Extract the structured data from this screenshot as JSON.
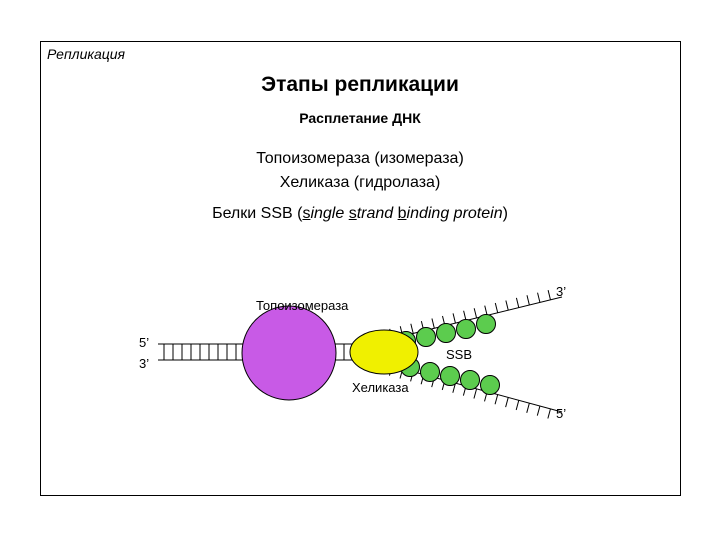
{
  "slide": {
    "corner_label": "Репликация",
    "title": "Этапы репликации",
    "subtitle": "Расплетание ДНК"
  },
  "enzymes": {
    "line1": "Топоизомераза (изомераза)",
    "line2": "Хеликаза (гидролаза)",
    "ssb": {
      "prefix": "Белки SSB (",
      "s1": "s",
      "t1": "ingle ",
      "s2": "s",
      "t2": "trand ",
      "b": "b",
      "t3": "inding protein",
      "suffix": ")"
    }
  },
  "diagram": {
    "topoisomerase_label": "Топоизомераза",
    "helicase_label": "Хеликаза",
    "ssb_label": "SSB",
    "strand_left_top": "5’",
    "strand_left_bottom": "3’",
    "strand_right_top": "3’",
    "strand_right_bottom": "5’",
    "colors": {
      "topoisomerase": "#c85ae6",
      "helicase": "#f0f000",
      "ssb": "#5ccc4e"
    }
  }
}
